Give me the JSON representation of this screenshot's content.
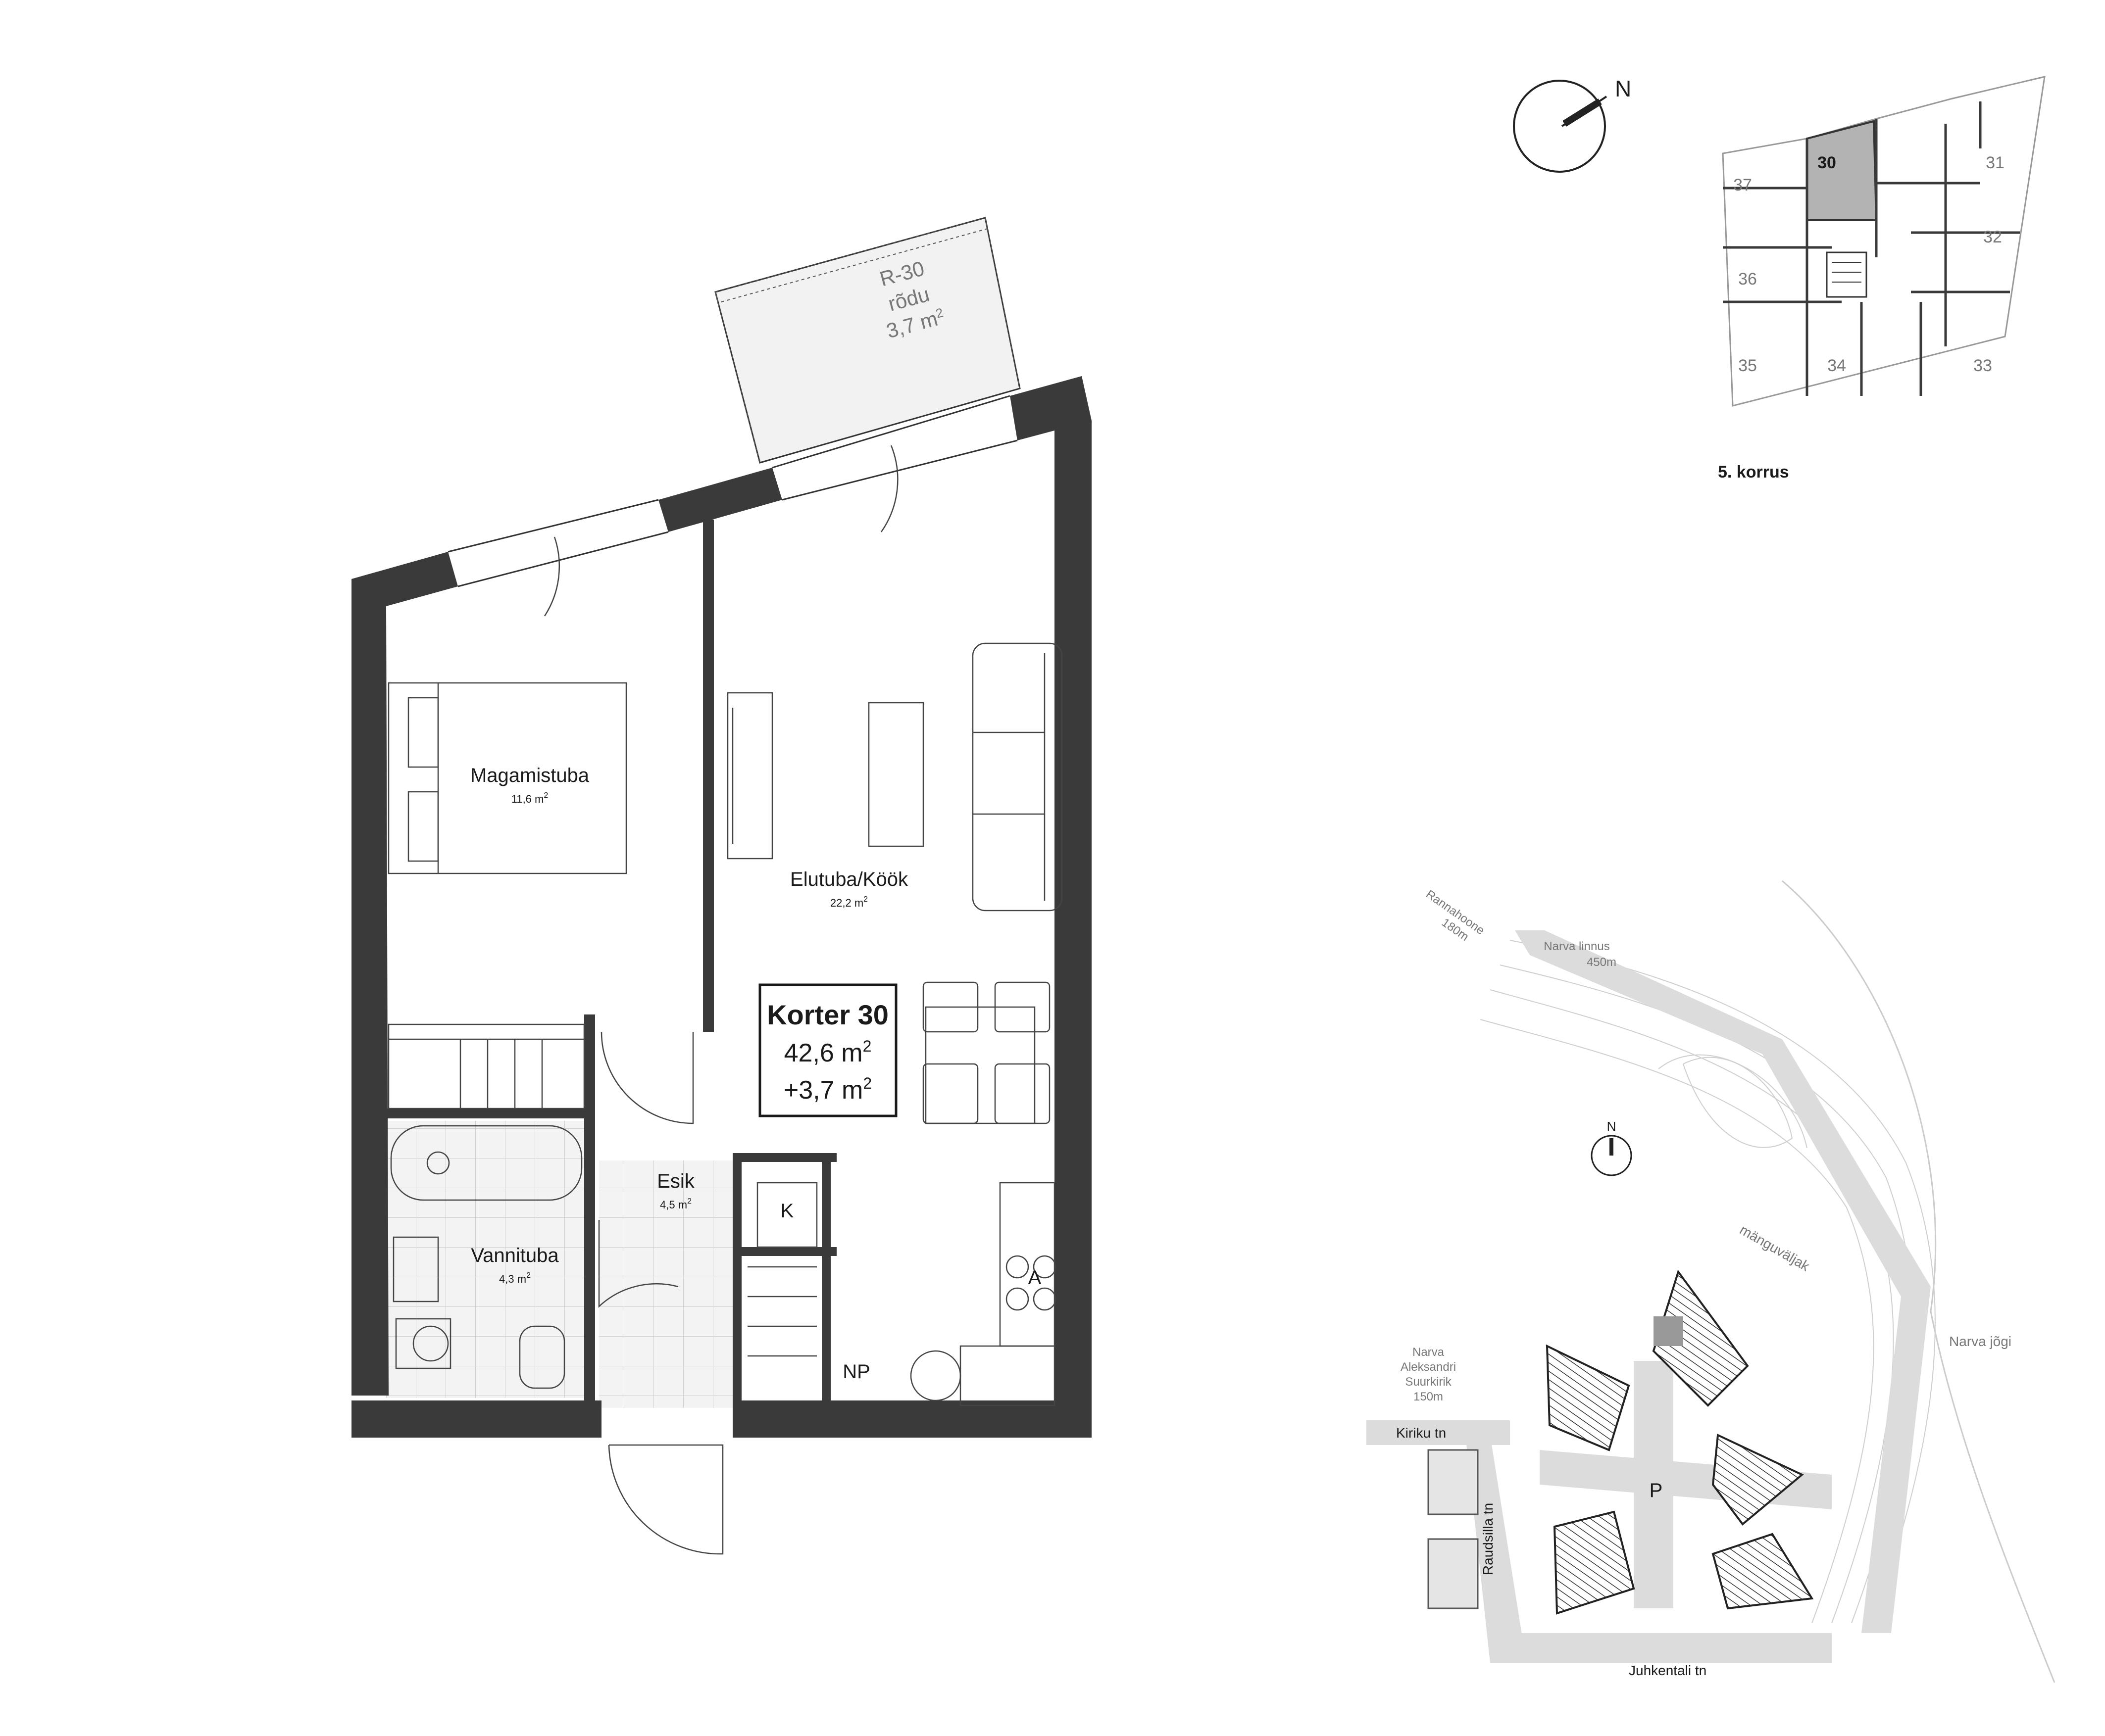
{
  "apartment": {
    "title": "Korter 30",
    "area": "42,6 m",
    "area_sup": "2",
    "balcony_area": "+3,7 m",
    "balcony_sup": "2"
  },
  "rooms": {
    "bedroom": {
      "name": "Magamistuba",
      "area": "11,6 m",
      "sup": "2"
    },
    "living": {
      "name": "Elutuba/Köök",
      "area": "22,2 m",
      "sup": "2"
    },
    "hall": {
      "name": "Esik",
      "area": "4,5 m",
      "sup": "2"
    },
    "bath": {
      "name": "Vannituba",
      "area": "4,3 m",
      "sup": "2"
    },
    "balcony": {
      "line1": "R-30",
      "line2": "rõdu",
      "line3": "3,7 m",
      "sup": "2"
    },
    "closet_k": "K",
    "appliance_a": "A",
    "closet_np": "NP"
  },
  "compass": {
    "north": "N"
  },
  "floor_key": {
    "floor_label": "5. korrus",
    "highlight_color": "#b3b3b3",
    "units": [
      "37",
      "30",
      "31",
      "32",
      "36",
      "35",
      "34",
      "33"
    ]
  },
  "site_plan": {
    "north": "N",
    "labels": {
      "rannahoone": "Rannahoone",
      "rannahoone_dist": "180m",
      "linnus": "Narva linnus",
      "linnus_dist": "450m",
      "playground": "mänguväljak",
      "river": "Narva jõgi",
      "church1": "Narva",
      "church2": "Aleksandri",
      "church3": "Suurkirik",
      "church_dist": "150m",
      "kiriku": "Kiriku tn",
      "raudsilla": "Raudsilla tn",
      "juhkentali": "Juhkentali tn",
      "parking": "P"
    }
  }
}
